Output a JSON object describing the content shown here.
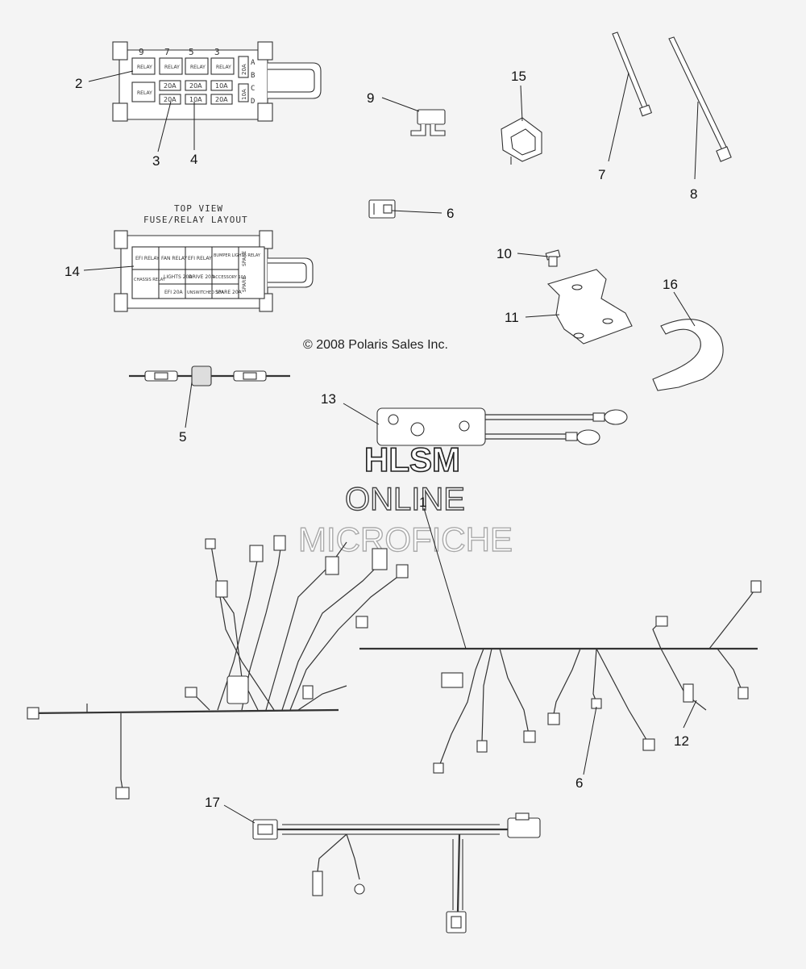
{
  "callouts": {
    "c1": "1",
    "c2": "2",
    "c3": "3",
    "c4": "4",
    "c5": "5",
    "c6a": "6",
    "c6b": "6",
    "c7": "7",
    "c8": "8",
    "c9": "9",
    "c10": "10",
    "c11": "11",
    "c12": "12",
    "c13": "13",
    "c14": "14",
    "c15": "15",
    "c16": "16",
    "c17": "17"
  },
  "fuse_box": {
    "top_numbers": [
      "9",
      "7",
      "5",
      "3"
    ],
    "side_letters": [
      "A",
      "B",
      "C",
      "D"
    ],
    "relay_label": "RELAY",
    "fuses_row1": [
      "20A",
      "20A",
      "10A"
    ],
    "fuses_row2": [
      "20A",
      "10A",
      "20A"
    ],
    "side_fuses": [
      "20A",
      "10A"
    ]
  },
  "layout_title": {
    "line1": "TOP VIEW",
    "line2": "FUSE/RELAY LAYOUT"
  },
  "layout_cells": {
    "r1": [
      "EFI RELAY",
      "FAN RELAY",
      "EFI RELAY",
      "BUMPER LIGHTS RELAY",
      "SPARE"
    ],
    "r2": [
      "CHASSIS RELAY",
      "LIGHTS 20A",
      "DRIVE 20A",
      "ACCESSORY 10A",
      "SPARE"
    ],
    "r3": [
      "",
      "EFI 20A",
      "UNSWITCHED 10A",
      "SPARE 20A",
      ""
    ]
  },
  "copyright": "© 2008 Polaris Sales Inc.",
  "watermark": {
    "line1": "HLSM",
    "line2": "ONLINE",
    "line3": "MICROFICHE"
  }
}
